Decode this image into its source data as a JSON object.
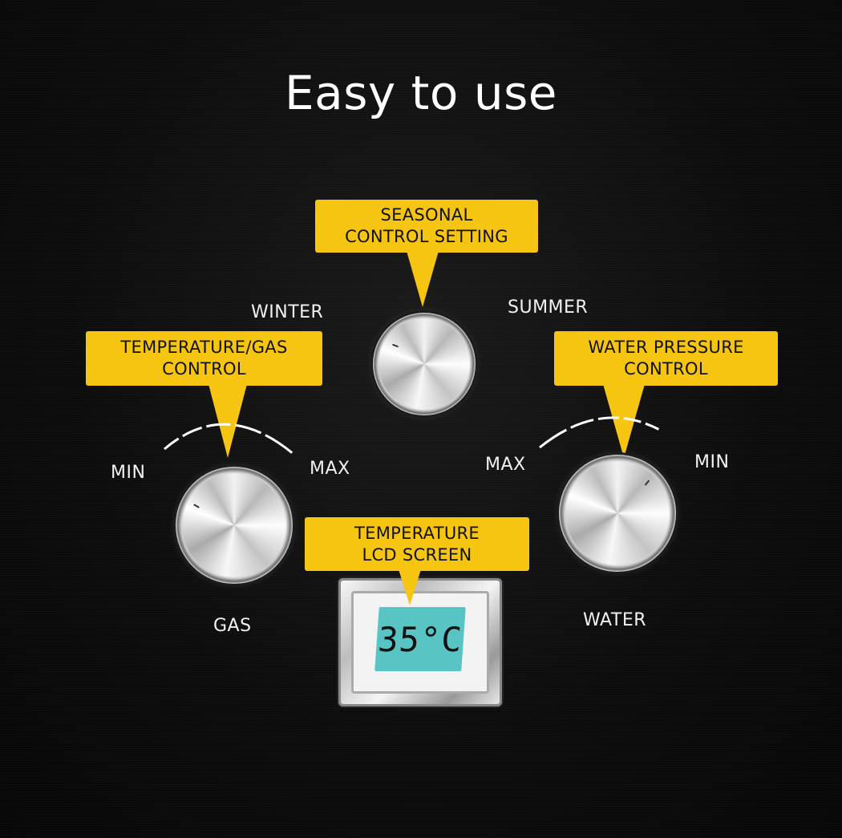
{
  "title": "Easy to use",
  "colors": {
    "background": "#0b0b0b",
    "callout": "#f5c511",
    "callout_text": "#111111",
    "lcd_screen": "#58c4c4",
    "label_text": "#f2f2f2"
  },
  "callouts": {
    "seasonal": {
      "line1": "SEASONAL",
      "line2": "CONTROL SETTING"
    },
    "temperature_gas": {
      "line1": "TEMPERATURE/GAS",
      "line2": "CONTROL"
    },
    "water_pressure": {
      "line1": "WATER PRESSURE",
      "line2": "CONTROL"
    },
    "lcd": {
      "line1": "TEMPERATURE",
      "line2": "LCD SCREEN"
    }
  },
  "seasonal_knob": {
    "left_label": "WINTER",
    "right_label": "SUMMER"
  },
  "gas_knob": {
    "min_label": "MIN",
    "max_label": "MAX",
    "name_label": "GAS"
  },
  "water_knob": {
    "max_label": "MAX",
    "min_label": "MIN",
    "name_label": "WATER"
  },
  "lcd": {
    "reading": "35°C"
  }
}
